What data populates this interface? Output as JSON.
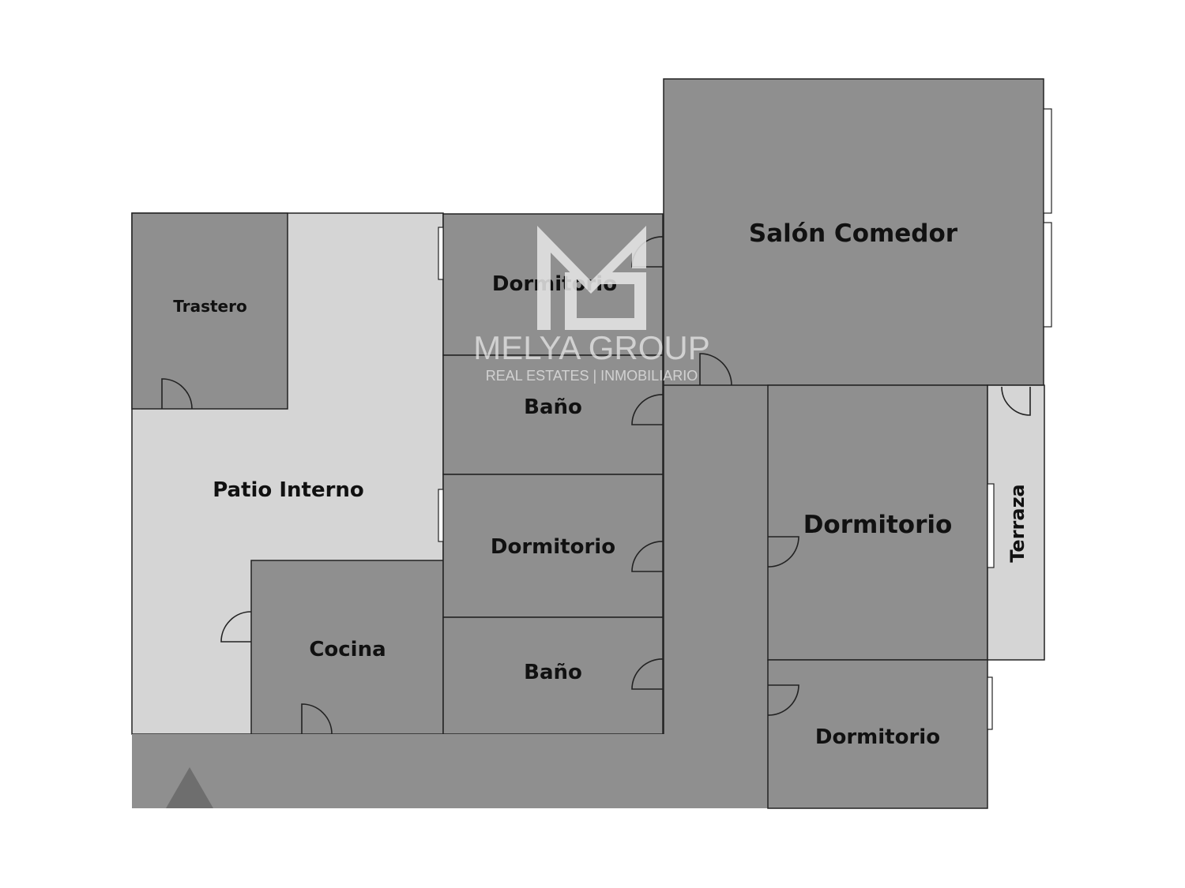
{
  "plan": {
    "rooms": {
      "salon": "Salón Comedor",
      "trastero": "Trastero",
      "patio": "Patio Interno",
      "dorm1": "Dormitorio",
      "bano1": "Baño",
      "dorm2": "Dormitorio",
      "bano2": "Baño",
      "cocina": "Cocina",
      "dorm3": "Dormitorio",
      "terraza": "Terraza",
      "dorm4": "Dormitorio"
    },
    "colors": {
      "room": "#8f8f8f",
      "outdoor": "#d5d5d5",
      "wall": "#222222"
    }
  },
  "watermark": {
    "logo": "MG",
    "brand": "MELYA GROUP",
    "tagline": "REAL ESTATES | INMOBILIARIO"
  }
}
